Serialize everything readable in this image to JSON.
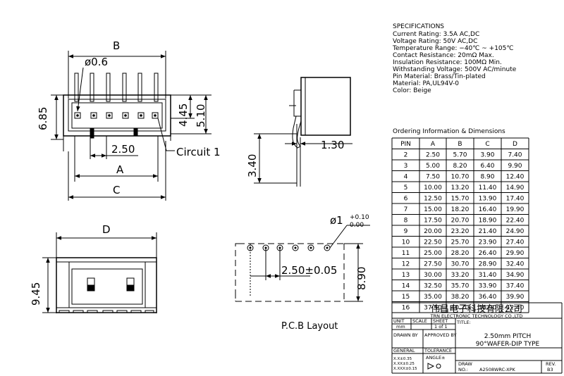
{
  "drawing": {
    "top_view_dims": {
      "B": "B",
      "pin_dia": "ø0.6",
      "h1": "6.85",
      "h2": "4.45",
      "h3": "5.10",
      "pitch": "2.50",
      "circuit": "Circuit 1",
      "A": "A",
      "C": "C"
    },
    "side_view_dims": {
      "w": "1.30",
      "h": "3.40"
    },
    "front_view_dims": {
      "D": "D",
      "h": "9.45"
    },
    "pcb_dims": {
      "hole": "ø1",
      "tol_plus": "+0.10",
      "tol_minus": "0.00",
      "pitch": "2.50±0.05",
      "h": "8.90"
    },
    "pcb_title": "P.C.B Layout"
  },
  "specifications": {
    "title": "SPECIFICATIONS",
    "lines": [
      "Current Rating: 3.5A AC,DC",
      "Voltage Rating: 50V AC,DC",
      "Temperature Range: −40℃ ~ +105℃",
      "Contact Resistance: 20mΩ Max.",
      "Insulation Resistance: 100MΩ Min.",
      "Withstanding Voltage: 500V AC/minute",
      "Pin Material: Brass/Tin-plated",
      "Material: PA,UL94V-0",
      "Color: Beige"
    ]
  },
  "ordering": {
    "title": "Ordering Information & Dimensions",
    "headers": [
      "PIN",
      "A",
      "B",
      "C",
      "D"
    ],
    "rows": [
      [
        "2",
        "2.50",
        "5.70",
        "3.90",
        "7.40"
      ],
      [
        "3",
        "5.00",
        "8.20",
        "6.40",
        "9.90"
      ],
      [
        "4",
        "7.50",
        "10.70",
        "8.90",
        "12.40"
      ],
      [
        "5",
        "10.00",
        "13.20",
        "11.40",
        "14.90"
      ],
      [
        "6",
        "12.50",
        "15.70",
        "13.90",
        "17.40"
      ],
      [
        "7",
        "15.00",
        "18.20",
        "16.40",
        "19.90"
      ],
      [
        "8",
        "17.50",
        "20.70",
        "18.90",
        "22.40"
      ],
      [
        "9",
        "20.00",
        "23.20",
        "21.40",
        "24.90"
      ],
      [
        "10",
        "22.50",
        "25.70",
        "23.90",
        "27.40"
      ],
      [
        "11",
        "25.00",
        "28.20",
        "26.40",
        "29.90"
      ],
      [
        "12",
        "27.50",
        "30.70",
        "28.90",
        "32.40"
      ],
      [
        "13",
        "30.00",
        "33.20",
        "31.40",
        "34.90"
      ],
      [
        "14",
        "32.50",
        "35.70",
        "33.90",
        "37.40"
      ],
      [
        "15",
        "35.00",
        "38.20",
        "36.40",
        "39.90"
      ],
      [
        "16",
        "37.50",
        "40.70",
        "38.90",
        "42.40"
      ]
    ]
  },
  "title_block": {
    "company_cn": "伟昌电子科技有限公司",
    "company_en": "TRN ELECTRONIC TECHNOLOGY CO.,LTD",
    "unit_label": "UNIT",
    "scale_label": "SCALE",
    "sheet_label": "SHEET",
    "title_label": "TITLE:",
    "unit": "mm",
    "sheet": "1 of 1",
    "drawn_by": "DRAWN BY",
    "approved_by": "APPROVED BY",
    "title_line1": "2.50mm PITCH",
    "title_line2": "90°WAFER-DIP TYPE",
    "general": "GENERAL",
    "tolerance": "TOLERANCE",
    "tol1": "X.X±0.35",
    "tol2": "X.XX±0.25",
    "tol3": "X.XXX±0.15",
    "angle": "ANGLE±",
    "draw_label": "DRAW",
    "no_label": "NO.:",
    "draw_no": "A2508WRC-XPK",
    "rev_label": "REV.",
    "rev": "B3"
  }
}
